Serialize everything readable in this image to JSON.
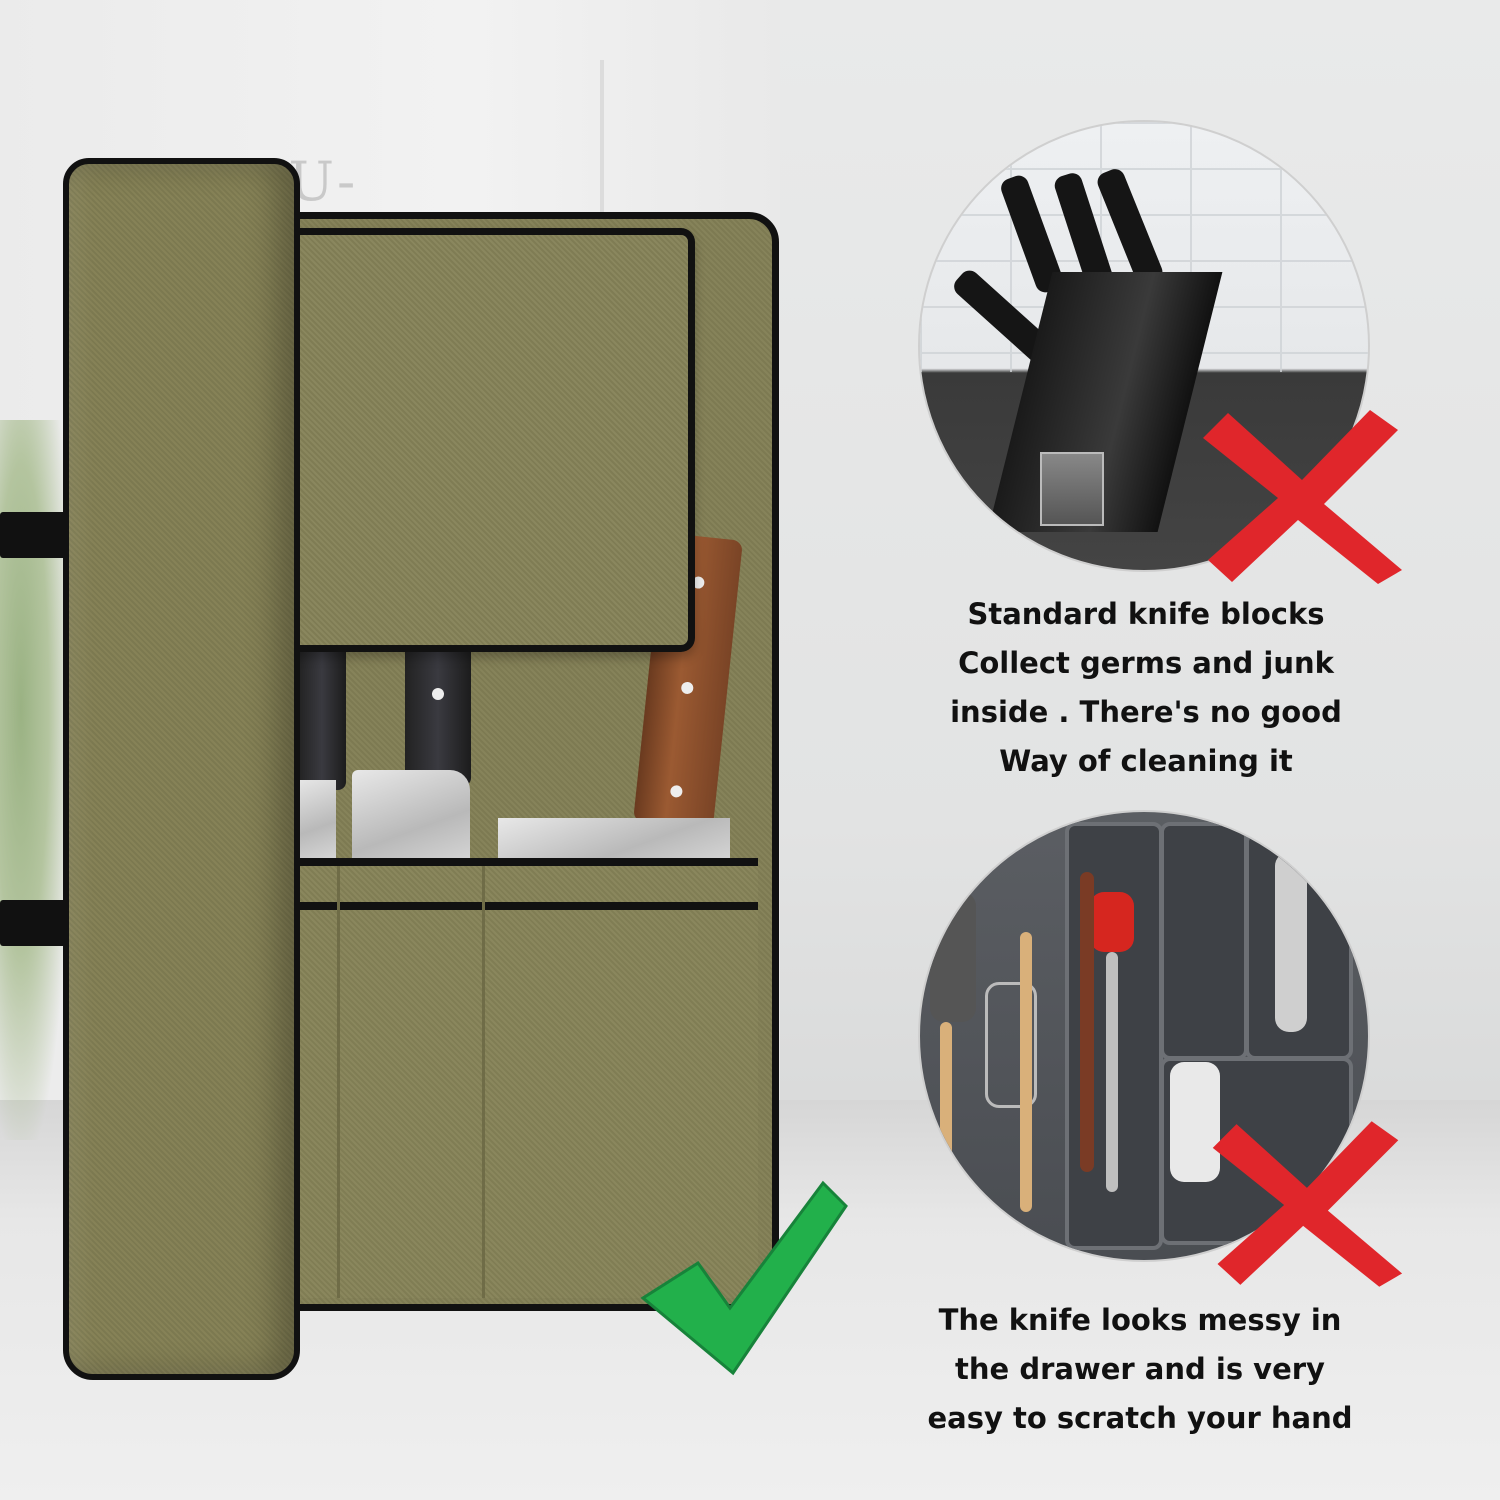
{
  "background_brand_text": "TANGU-",
  "captions": {
    "knife_block": {
      "lines": [
        "Standard knife blocks",
        "Collect germs and junk",
        "inside . There's no good",
        "Way of cleaning it"
      ]
    },
    "drawer": {
      "lines": [
        "The knife looks messy in",
        "the drawer and is very",
        "easy to scratch your hand"
      ]
    }
  },
  "colors": {
    "roll_fabric": "#827f55",
    "trim": "#111111",
    "check": "#22b04b",
    "cross": "#e0262b"
  },
  "icons": {
    "good": "check-mark-icon",
    "bad": "cross-mark-icon"
  }
}
